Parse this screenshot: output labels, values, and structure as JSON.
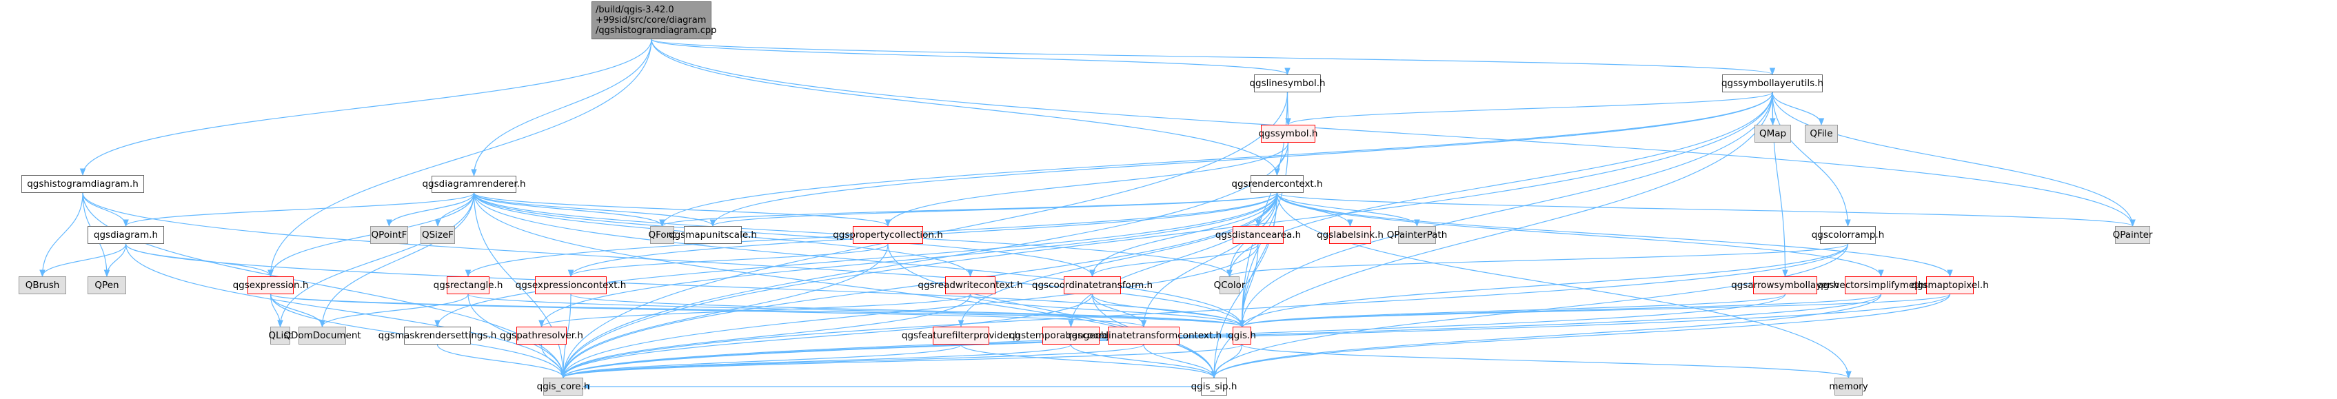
{
  "colors": {
    "edge": "#63b8ff",
    "normal_fill": "#ffffff",
    "normal_border": "#666666",
    "root_fill": "#999999",
    "external_fill": "#e0e0e0",
    "external_border": "#999999",
    "truncated_fill": "#fff0f0",
    "truncated_border": "#ff0000"
  },
  "nodes": [
    {
      "id": "root",
      "label": "/build/qgis-3.42.0\n+99sid/src/core/diagram\n/qgshistogramdiagram.cpp",
      "kind": "root"
    },
    {
      "id": "histogramdiagram",
      "label": "qgshistogramdiagram.h",
      "kind": "normal"
    },
    {
      "id": "diagramrenderer",
      "label": "qgsdiagramrenderer.h",
      "kind": "normal"
    },
    {
      "id": "linesymbol",
      "label": "qgslinesymbol.h",
      "kind": "normal"
    },
    {
      "id": "symbollayerutils",
      "label": "qgssymbollayerutils.h",
      "kind": "normal"
    },
    {
      "id": "symbol",
      "label": "qgssymbol.h",
      "kind": "red"
    },
    {
      "id": "rendercontext",
      "label": "qgsrendercontext.h",
      "kind": "normal"
    },
    {
      "id": "QMap",
      "label": "QMap",
      "kind": "ext"
    },
    {
      "id": "QFile",
      "label": "QFile",
      "kind": "ext"
    },
    {
      "id": "QPainter",
      "label": "QPainter",
      "kind": "ext"
    },
    {
      "id": "diagram",
      "label": "qgsdiagram.h",
      "kind": "normal"
    },
    {
      "id": "QPointF",
      "label": "QPointF",
      "kind": "ext"
    },
    {
      "id": "QSizeF",
      "label": "QSizeF",
      "kind": "ext"
    },
    {
      "id": "QFont",
      "label": "QFont",
      "kind": "ext"
    },
    {
      "id": "mapunitscale",
      "label": "qgsmapunitscale.h",
      "kind": "normal"
    },
    {
      "id": "propertycollection",
      "label": "qgspropertycollection.h",
      "kind": "red"
    },
    {
      "id": "distancearea",
      "label": "qgsdistancearea.h",
      "kind": "red"
    },
    {
      "id": "labelsink",
      "label": "qgslabelsink.h",
      "kind": "red"
    },
    {
      "id": "QPainterPath",
      "label": "QPainterPath",
      "kind": "ext"
    },
    {
      "id": "colorramp",
      "label": "qgscolorramp.h",
      "kind": "normal"
    },
    {
      "id": "QBrush",
      "label": "QBrush",
      "kind": "ext"
    },
    {
      "id": "QPen",
      "label": "QPen",
      "kind": "ext"
    },
    {
      "id": "expression",
      "label": "qgsexpression.h",
      "kind": "red"
    },
    {
      "id": "rectangle",
      "label": "qgsrectangle.h",
      "kind": "red"
    },
    {
      "id": "expressioncontext",
      "label": "qgsexpressioncontext.h",
      "kind": "red"
    },
    {
      "id": "readwritecontext",
      "label": "qgsreadwritecontext.h",
      "kind": "red"
    },
    {
      "id": "coordinatetransform",
      "label": "qgscoordinatetransform.h",
      "kind": "red"
    },
    {
      "id": "QColor",
      "label": "QColor",
      "kind": "ext"
    },
    {
      "id": "arrowsymbollayer",
      "label": "qgsarrowsymbollayer.h",
      "kind": "red"
    },
    {
      "id": "vectorsimplifymethod",
      "label": "qgsvectorsimplifymethod.h",
      "kind": "red"
    },
    {
      "id": "maptopixel",
      "label": "qgsmaptopixel.h",
      "kind": "red"
    },
    {
      "id": "QList",
      "label": "QList",
      "kind": "ext"
    },
    {
      "id": "QDomDocument",
      "label": "QDomDocument",
      "kind": "ext"
    },
    {
      "id": "maskrendersettings",
      "label": "qgsmaskrendersettings.h",
      "kind": "normal"
    },
    {
      "id": "pathresolver",
      "label": "qgspathresolver.h",
      "kind": "red"
    },
    {
      "id": "featurefilterprovider",
      "label": "qgsfeaturefilterprovider.h",
      "kind": "red"
    },
    {
      "id": "temporalrangeobject",
      "label": "qgstemporalrangeobject.h",
      "kind": "red"
    },
    {
      "id": "coordinatetransformcontext",
      "label": "qgscoordinatetransformcontext.h",
      "kind": "red"
    },
    {
      "id": "qgis",
      "label": "qgis.h",
      "kind": "red"
    },
    {
      "id": "qgis_core",
      "label": "qgis_core.h",
      "kind": "ext"
    },
    {
      "id": "qgis_sip",
      "label": "qgis_sip.h",
      "kind": "normal"
    },
    {
      "id": "memory",
      "label": "memory",
      "kind": "ext"
    }
  ],
  "edges": [
    [
      "root",
      "histogramdiagram"
    ],
    [
      "root",
      "diagramrenderer"
    ],
    [
      "root",
      "linesymbol"
    ],
    [
      "root",
      "symbollayerutils"
    ],
    [
      "root",
      "rendercontext"
    ],
    [
      "root",
      "expression"
    ],
    [
      "root",
      "QPainter"
    ],
    [
      "histogramdiagram",
      "diagram"
    ],
    [
      "histogramdiagram",
      "QBrush"
    ],
    [
      "histogramdiagram",
      "QPen"
    ],
    [
      "histogramdiagram",
      "qgis_core"
    ],
    [
      "histogramdiagram",
      "qgis"
    ],
    [
      "diagram",
      "QBrush"
    ],
    [
      "diagram",
      "QPen"
    ],
    [
      "diagram",
      "expression"
    ],
    [
      "diagram",
      "qgis_core"
    ],
    [
      "diagram",
      "qgis"
    ],
    [
      "diagramrenderer",
      "diagram"
    ],
    [
      "diagramrenderer",
      "QPointF"
    ],
    [
      "diagramrenderer",
      "QSizeF"
    ],
    [
      "diagramrenderer",
      "QFont"
    ],
    [
      "diagramrenderer",
      "mapunitscale"
    ],
    [
      "diagramrenderer",
      "propertycollection"
    ],
    [
      "diagramrenderer",
      "expression"
    ],
    [
      "diagramrenderer",
      "QList"
    ],
    [
      "diagramrenderer",
      "QDomDocument"
    ],
    [
      "diagramrenderer",
      "qgis_core"
    ],
    [
      "diagramrenderer",
      "QColor"
    ],
    [
      "diagramrenderer",
      "coordinatetransform"
    ],
    [
      "diagramrenderer",
      "readwritecontext"
    ],
    [
      "diagramrenderer",
      "qgis"
    ],
    [
      "diagramrenderer",
      "qgis_sip"
    ],
    [
      "linesymbol",
      "symbol"
    ],
    [
      "linesymbol",
      "qgis_core"
    ],
    [
      "linesymbol",
      "qgis"
    ],
    [
      "symbollayerutils",
      "symbol"
    ],
    [
      "symbollayerutils",
      "QMap"
    ],
    [
      "symbollayerutils",
      "QFile"
    ],
    [
      "symbollayerutils",
      "QPainter"
    ],
    [
      "symbollayerutils",
      "colorramp"
    ],
    [
      "symbollayerutils",
      "QColor"
    ],
    [
      "symbollayerutils",
      "mapunitscale"
    ],
    [
      "symbollayerutils",
      "QFont"
    ],
    [
      "symbollayerutils",
      "arrowsymbollayer"
    ],
    [
      "symbollayerutils",
      "qgis"
    ],
    [
      "symbollayerutils",
      "qgis_core"
    ],
    [
      "symbollayerutils",
      "qgis_sip"
    ],
    [
      "symbol",
      "rendercontext"
    ],
    [
      "symbol",
      "propertycollection"
    ],
    [
      "symbol",
      "qgis"
    ],
    [
      "symbol",
      "qgis_core"
    ],
    [
      "rendercontext",
      "QPainter"
    ],
    [
      "rendercontext",
      "QPainterPath"
    ],
    [
      "rendercontext",
      "distancearea"
    ],
    [
      "rendercontext",
      "labelsink"
    ],
    [
      "rendercontext",
      "coordinatetransform"
    ],
    [
      "rendercontext",
      "QColor"
    ],
    [
      "rendercontext",
      "mapunitscale"
    ],
    [
      "rendercontext",
      "rectangle"
    ],
    [
      "rendercontext",
      "expressioncontext"
    ],
    [
      "rendercontext",
      "maskrendersettings"
    ],
    [
      "rendercontext",
      "pathresolver"
    ],
    [
      "rendercontext",
      "featurefilterprovider"
    ],
    [
      "rendercontext",
      "temporalrangeobject"
    ],
    [
      "rendercontext",
      "coordinatetransformcontext"
    ],
    [
      "rendercontext",
      "vectorsimplifymethod"
    ],
    [
      "rendercontext",
      "maptopixel"
    ],
    [
      "rendercontext",
      "qgis"
    ],
    [
      "rendercontext",
      "qgis_core"
    ],
    [
      "rendercontext",
      "qgis_sip"
    ],
    [
      "rendercontext",
      "memory"
    ],
    [
      "rendercontext",
      "QFont"
    ],
    [
      "distancearea",
      "coordinatetransform"
    ],
    [
      "distancearea",
      "qgis"
    ],
    [
      "distancearea",
      "qgis_core"
    ],
    [
      "colorramp",
      "QColor"
    ],
    [
      "colorramp",
      "qgis"
    ],
    [
      "colorramp",
      "qgis_core"
    ],
    [
      "colorramp",
      "qgis_sip"
    ],
    [
      "propertycollection",
      "expressioncontext"
    ],
    [
      "propertycollection",
      "qgis_core"
    ],
    [
      "propertycollection",
      "qgis_sip"
    ],
    [
      "expression",
      "QList"
    ],
    [
      "expression",
      "QDomDocument"
    ],
    [
      "expression",
      "qgis_core"
    ],
    [
      "expression",
      "qgis"
    ],
    [
      "expression",
      "coordinatetransformcontext"
    ],
    [
      "rectangle",
      "QDomDocument"
    ],
    [
      "rectangle",
      "qgis_core"
    ],
    [
      "rectangle",
      "qgis"
    ],
    [
      "expressioncontext",
      "qgis_core"
    ],
    [
      "expressioncontext",
      "qgis"
    ],
    [
      "readwritecontext",
      "pathresolver"
    ],
    [
      "readwritecontext",
      "qgis_core"
    ],
    [
      "readwritecontext",
      "qgis"
    ],
    [
      "coordinatetransform",
      "coordinatetransformcontext"
    ],
    [
      "coordinatetransform",
      "qgis_core"
    ],
    [
      "coordinatetransform",
      "qgis"
    ],
    [
      "coordinatetransform",
      "qgis_sip"
    ],
    [
      "maskrendersettings",
      "qgis_core"
    ],
    [
      "pathresolver",
      "qgis_core"
    ],
    [
      "featurefilterprovider",
      "qgis_core"
    ],
    [
      "featurefilterprovider",
      "qgis_sip"
    ],
    [
      "temporalrangeobject",
      "qgis_core"
    ],
    [
      "temporalrangeobject",
      "qgis"
    ],
    [
      "temporalrangeobject",
      "qgis_sip"
    ],
    [
      "coordinatetransformcontext",
      "qgis_core"
    ],
    [
      "coordinatetransformcontext",
      "qgis_sip"
    ],
    [
      "arrowsymbollayer",
      "qgis"
    ],
    [
      "arrowsymbollayer",
      "qgis_core"
    ],
    [
      "vectorsimplifymethod",
      "qgis"
    ],
    [
      "vectorsimplifymethod",
      "qgis_core"
    ],
    [
      "vectorsimplifymethod",
      "qgis_sip"
    ],
    [
      "maptopixel",
      "qgis"
    ],
    [
      "maptopixel",
      "qgis_core"
    ],
    [
      "maptopixel",
      "qgis_sip"
    ],
    [
      "qgis",
      "qgis_core"
    ],
    [
      "qgis",
      "qgis_sip"
    ],
    [
      "qgis",
      "memory"
    ],
    [
      "qgis_sip",
      "qgis_core"
    ]
  ]
}
